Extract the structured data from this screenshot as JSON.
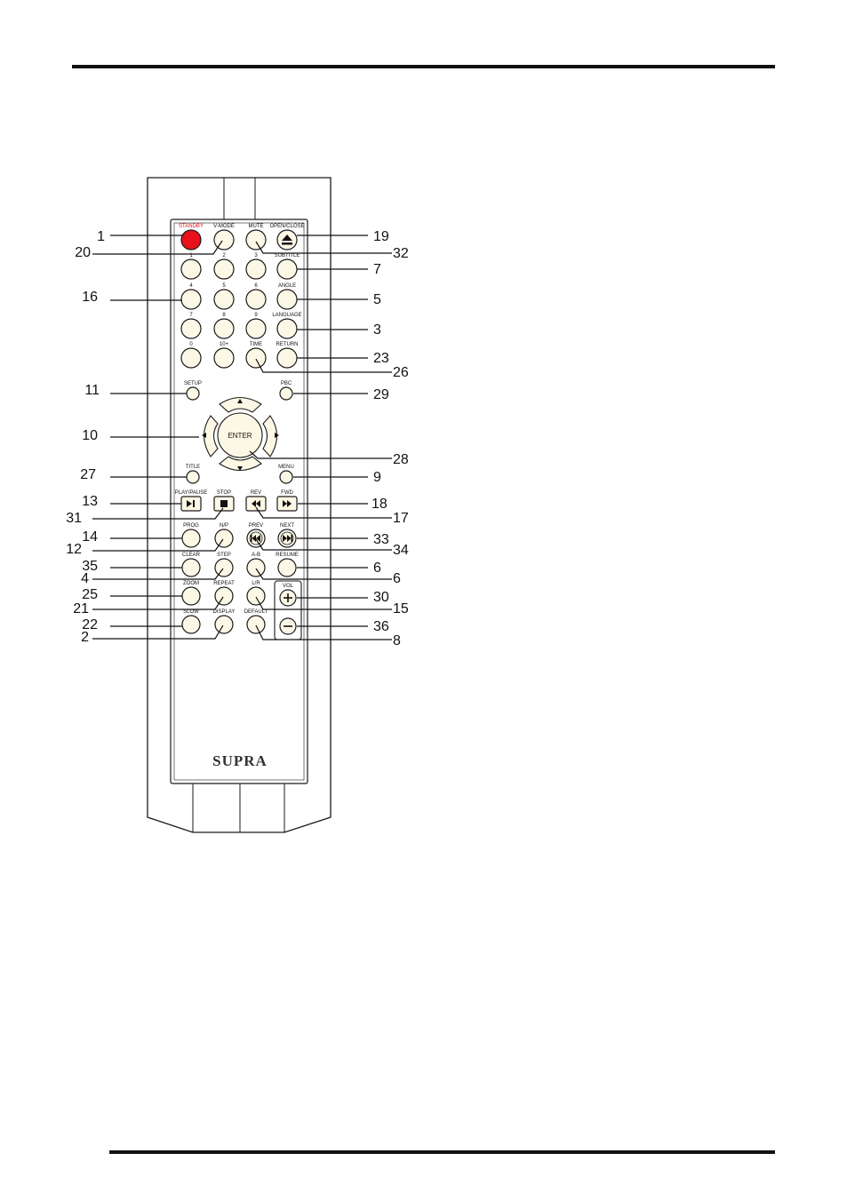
{
  "remote": {
    "brand": "SUPRA",
    "colors": {
      "standby_button": "#e8101a",
      "standby_label": "#e8101a",
      "button_fill": "#fdf8e6",
      "outline": "#1a1a1a"
    },
    "buttons": [
      {
        "key": "standby",
        "label": "STANDBY",
        "callout": "1"
      },
      {
        "key": "vmode",
        "label": "V-MODE",
        "callout": "20"
      },
      {
        "key": "mute",
        "label": "MUTE",
        "callout": "32"
      },
      {
        "key": "openclose",
        "label": "OPEN/CLOSE",
        "callout": "19",
        "icon": "eject-icon"
      },
      {
        "key": "n1",
        "label": "1"
      },
      {
        "key": "n2",
        "label": "2"
      },
      {
        "key": "n3",
        "label": "3"
      },
      {
        "key": "subtitle",
        "label": "SUBTITLE",
        "callout": "7"
      },
      {
        "key": "n4",
        "label": "4",
        "callout": "16"
      },
      {
        "key": "n5",
        "label": "5"
      },
      {
        "key": "n6",
        "label": "6"
      },
      {
        "key": "angle",
        "label": "ANGLE",
        "callout": "5"
      },
      {
        "key": "n7",
        "label": "7"
      },
      {
        "key": "n8",
        "label": "8"
      },
      {
        "key": "n9",
        "label": "9"
      },
      {
        "key": "language",
        "label": "LANGUAGE",
        "callout": "3"
      },
      {
        "key": "n0",
        "label": "0"
      },
      {
        "key": "n10plus",
        "label": "10+"
      },
      {
        "key": "time",
        "label": "TIME",
        "callout": "26"
      },
      {
        "key": "return",
        "label": "RETURN",
        "callout": "23"
      },
      {
        "key": "setup",
        "label": "SETUP",
        "callout": "11"
      },
      {
        "key": "pbc",
        "label": "PBC",
        "callout": "29"
      },
      {
        "key": "enter",
        "label": "ENTER",
        "callout": "28"
      },
      {
        "key": "left",
        "label": "",
        "callout": "10",
        "icon": "arrow-left-icon"
      },
      {
        "key": "title",
        "label": "TITLE",
        "callout": "27"
      },
      {
        "key": "menu",
        "label": "MENU",
        "callout": "9"
      },
      {
        "key": "playpause",
        "label": "PLAY/PAUSE",
        "callout": "13",
        "icon": "play-pause-icon"
      },
      {
        "key": "stop",
        "label": "STOP",
        "callout": "31",
        "icon": "stop-icon"
      },
      {
        "key": "rev",
        "label": "REV",
        "callout": "17",
        "icon": "rewind-icon"
      },
      {
        "key": "fwd",
        "label": "FWD",
        "callout": "18",
        "icon": "fast-forward-icon"
      },
      {
        "key": "prog",
        "label": "PROG",
        "callout": "14"
      },
      {
        "key": "np",
        "label": "N/P",
        "callout": "12"
      },
      {
        "key": "prev",
        "label": "PREV",
        "callout": "34",
        "icon": "skip-back-icon"
      },
      {
        "key": "next",
        "label": "NEXT",
        "callout": "33",
        "icon": "skip-forward-icon"
      },
      {
        "key": "clear",
        "label": "CLEAR",
        "callout": "35"
      },
      {
        "key": "step",
        "label": "STEP",
        "callout": "4"
      },
      {
        "key": "ab",
        "label": "A-B",
        "callout": "6"
      },
      {
        "key": "resume",
        "label": "RESUME",
        "callout": "6"
      },
      {
        "key": "zoom",
        "label": "ZOOM",
        "callout": "25"
      },
      {
        "key": "repeat",
        "label": "REPEAT",
        "callout": "21"
      },
      {
        "key": "lr",
        "label": "L/R",
        "callout": "15"
      },
      {
        "key": "volup",
        "label": "VOL",
        "callout": "30",
        "icon": "plus-icon"
      },
      {
        "key": "voldown",
        "label": "",
        "callout": "36",
        "icon": "minus-icon"
      },
      {
        "key": "slow",
        "label": "SLOW",
        "callout": "22"
      },
      {
        "key": "display",
        "label": "DISPLAY",
        "callout": "2"
      },
      {
        "key": "default",
        "label": "DEFAULT",
        "callout": "8"
      }
    ]
  }
}
